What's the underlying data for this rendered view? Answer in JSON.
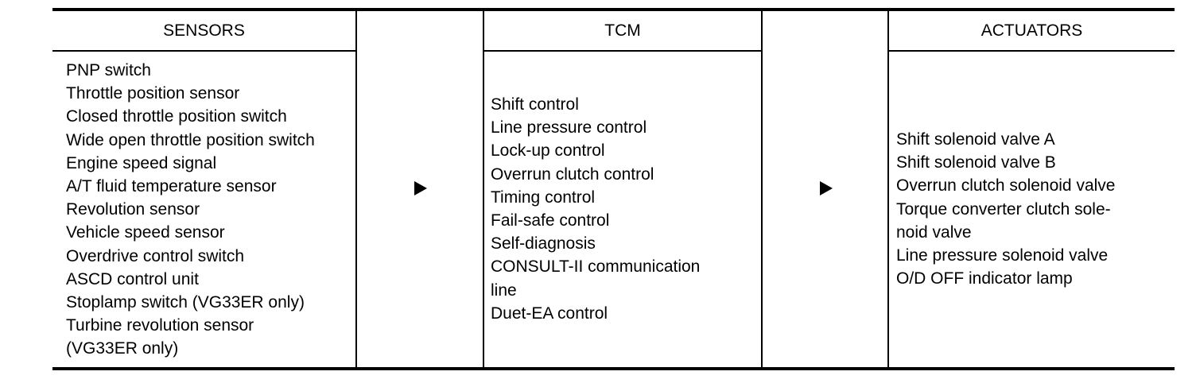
{
  "sensors": {
    "header": "SENSORS",
    "items": [
      "PNP switch",
      "Throttle position sensor",
      "Closed throttle position switch",
      "Wide open throttle position switch",
      "Engine speed signal",
      "A/T fluid temperature sensor",
      "Revolution sensor",
      "Vehicle speed sensor",
      "Overdrive control switch",
      "ASCD control unit",
      "Stoplamp switch (VG33ER only)",
      "Turbine revolution sensor",
      "(VG33ER only)"
    ]
  },
  "tcm": {
    "header": "TCM",
    "items": [
      "Shift control",
      "Line pressure control",
      "Lock-up control",
      "Overrun clutch control",
      "Timing control",
      "Fail-safe control",
      "Self-diagnosis",
      "CONSULT-II communication",
      "line",
      "Duet-EA control"
    ]
  },
  "actuators": {
    "header": "ACTUATORS",
    "items": [
      "Shift solenoid valve A",
      "Shift solenoid valve B",
      "Overrun clutch solenoid valve",
      "Torque converter clutch sole-",
      "noid valve",
      "Line pressure solenoid valve",
      "O/D OFF indicator lamp"
    ]
  },
  "arrows": [
    {
      "icon": "right-triangle-arrow-icon",
      "from": "SENSORS",
      "to": "TCM"
    },
    {
      "icon": "right-triangle-arrow-icon",
      "from": "TCM",
      "to": "ACTUATORS"
    }
  ]
}
